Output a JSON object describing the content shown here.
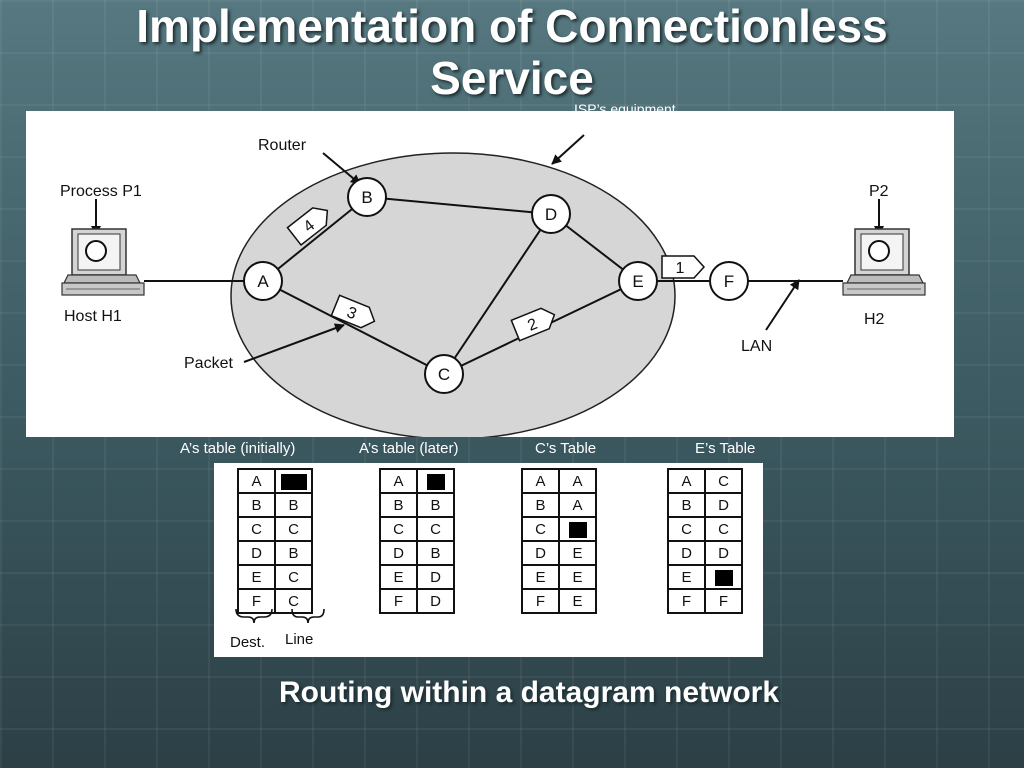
{
  "slide": {
    "title_line1": "Implementation of Connectionless",
    "title_line2": "Service",
    "caption": "Routing within a datagram network"
  },
  "diagram": {
    "isp_label": "ISP’s equipment",
    "router_label": "Router",
    "packet_label": "Packet",
    "lan_label": "LAN",
    "process_label": "Process P1",
    "host1_label": "Host H1",
    "p2_label": "P2",
    "host2_label": "H2",
    "nodes": [
      "A",
      "B",
      "C",
      "D",
      "E",
      "F"
    ],
    "packets": [
      "1",
      "2",
      "3",
      "4"
    ]
  },
  "tables": [
    {
      "caption": "A’s table (initially)",
      "rows": [
        [
          "A",
          ""
        ],
        [
          "B",
          "B"
        ],
        [
          "C",
          "C"
        ],
        [
          "D",
          "B"
        ],
        [
          "E",
          "C"
        ],
        [
          "F",
          "C"
        ]
      ]
    },
    {
      "caption": "A’s table (later)",
      "rows": [
        [
          "A",
          ""
        ],
        [
          "B",
          "B"
        ],
        [
          "C",
          "C"
        ],
        [
          "D",
          "B"
        ],
        [
          "E",
          "D"
        ],
        [
          "F",
          "D"
        ]
      ]
    },
    {
      "caption": "C’s Table",
      "rows": [
        [
          "A",
          "A"
        ],
        [
          "B",
          "A"
        ],
        [
          "C",
          ""
        ],
        [
          "D",
          "E"
        ],
        [
          "E",
          "E"
        ],
        [
          "F",
          "E"
        ]
      ]
    },
    {
      "caption": "E’s Table",
      "rows": [
        [
          "A",
          "C"
        ],
        [
          "B",
          "D"
        ],
        [
          "C",
          "C"
        ],
        [
          "D",
          "D"
        ],
        [
          "E",
          ""
        ],
        [
          "F",
          "F"
        ]
      ]
    }
  ],
  "legend": {
    "dest": "Dest.",
    "line": "Line"
  }
}
